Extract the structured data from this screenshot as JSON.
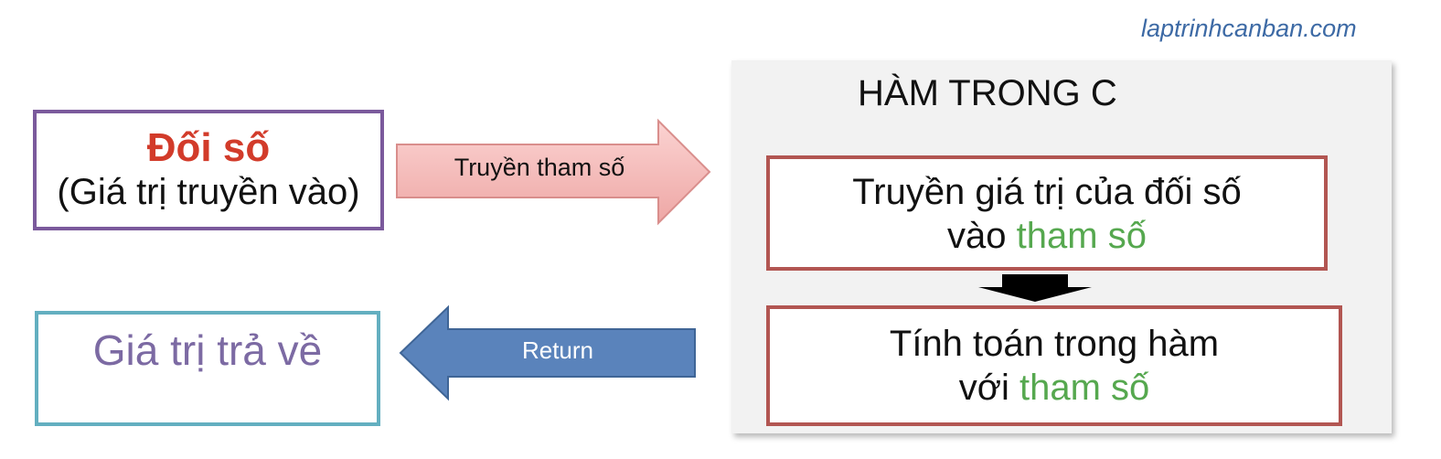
{
  "watermark": "laptrinhcanban.com",
  "argument_box": {
    "title": "Đối số",
    "subtitle": "(Giá trị truyền vào)"
  },
  "return_box": {
    "text": "Giá trị trả về"
  },
  "arrows": {
    "pass_label": "Truyền tham số",
    "return_label": "Return"
  },
  "function_panel": {
    "title": "HÀM TRONG C",
    "step1": {
      "line1": "Truyền giá trị của đối số",
      "line2_prefix": "vào ",
      "line2_highlight": "tham số"
    },
    "step2": {
      "line1": "Tính toán trong hàm",
      "line2_prefix": "với ",
      "line2_highlight": "tham số"
    }
  },
  "colors": {
    "argument_border": "#7b5a9c",
    "argument_title": "#d23b2a",
    "return_border": "#63afc0",
    "return_text": "#7c6aa3",
    "step_border": "#b25652",
    "highlight": "#56a84f",
    "pass_arrow_fill": "#f2b5b3",
    "return_arrow_fill": "#5a83bb",
    "watermark": "#3d6aa5"
  }
}
